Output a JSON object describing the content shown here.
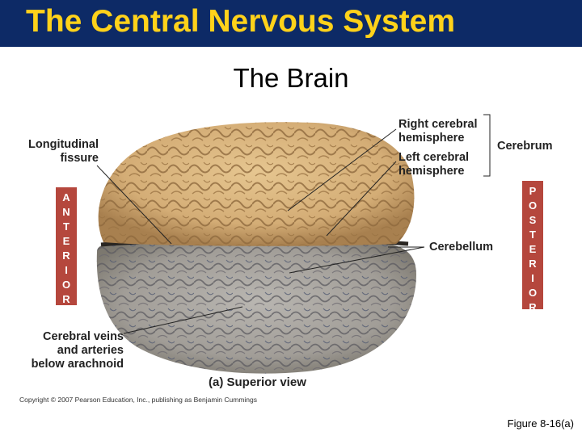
{
  "header": {
    "title": "The Central Nervous System"
  },
  "subtitle": "The Brain",
  "labels": {
    "longitudinal_fissure": [
      "Longitudinal",
      "fissure"
    ],
    "right_hemisphere": [
      "Right cerebral",
      "hemisphere"
    ],
    "left_hemisphere": [
      "Left cerebral",
      "hemisphere"
    ],
    "cerebrum": "Cerebrum",
    "cerebellum": "Cerebellum",
    "veins": [
      "Cerebral veins",
      "and arteries",
      "below arachnoid"
    ]
  },
  "anterior": [
    "A",
    "N",
    "T",
    "E",
    "R",
    "I",
    "O",
    "R"
  ],
  "posterior": [
    "P",
    "O",
    "S",
    "T",
    "E",
    "R",
    "I",
    "O",
    "R"
  ],
  "caption": "(a) Superior view",
  "copyright": "Copyright © 2007 Pearson Education, Inc., publishing as Benjamin Cummings",
  "figure_ref": "Figure 8-16(a)",
  "colors": {
    "title_bar": "#0d2a66",
    "title_text": "#ffd21a",
    "orientation_box": "#b5473d",
    "brain_tan": "#d9b47e",
    "cerebellum_gray": "#a7a4a0"
  }
}
